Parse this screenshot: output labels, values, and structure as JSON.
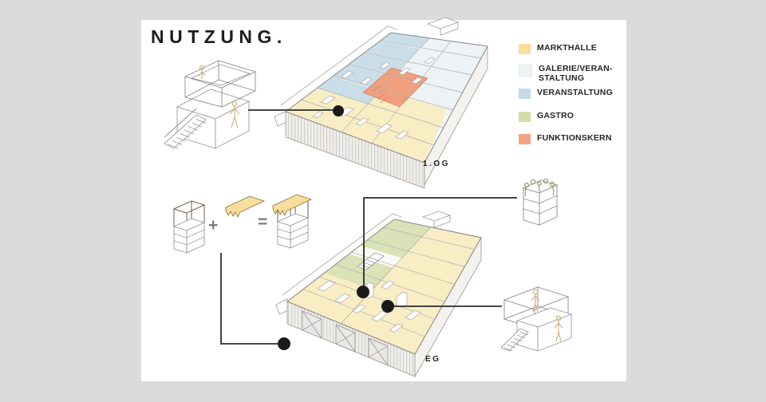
{
  "title": "NUTZUNG.",
  "legend": {
    "items": [
      {
        "label": "MARKTHALLE",
        "color": "#F8DF9C"
      },
      {
        "label": "GALERIE/VERAN-\nSTALTUNG",
        "color": "#EDF3F5"
      },
      {
        "label": "VERANSTALTUNG",
        "color": "#C3DAE4"
      },
      {
        "label": "GASTRO",
        "color": "#D0DEA5"
      },
      {
        "label": "FUNKTIONSKERN",
        "color": "#F0A483"
      }
    ]
  },
  "plans": {
    "upper": {
      "label": "1.OG"
    },
    "ground": {
      "label": "EG"
    }
  },
  "operators": {
    "plus": "+",
    "equals": "="
  },
  "palette": {
    "background": "#DBDBDB",
    "panel": "#FFFFFF",
    "ink": "#1D1D1B",
    "floor_yellow": "#F9EDC4",
    "room_blue": "#C9DEE8",
    "room_pale": "#EDF3F5",
    "room_green": "#D9E3B7",
    "core_orange": "#F0A07C",
    "leader": "#2B2B2B"
  }
}
